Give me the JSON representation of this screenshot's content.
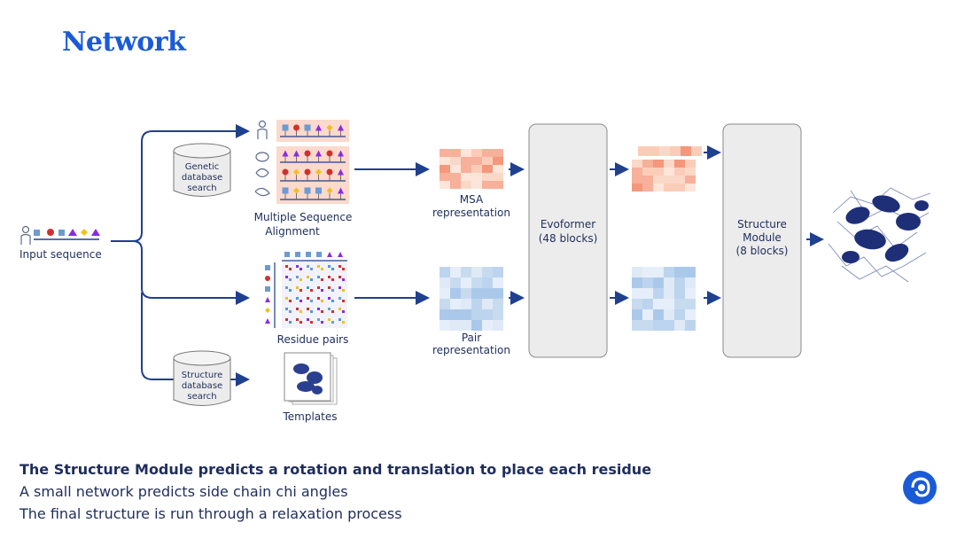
{
  "title": "Network",
  "labels": {
    "input_sequence": "Input sequence",
    "genetic_db": [
      "Genetic",
      "database",
      "search"
    ],
    "structure_db": [
      "Structure",
      "database",
      "search"
    ],
    "msa_alignment": [
      "Multiple Sequence",
      "Alignment"
    ],
    "residue_pairs": "Residue pairs",
    "templates": "Templates",
    "msa_rep": [
      "MSA",
      "representation"
    ],
    "pair_rep": [
      "Pair",
      "representation"
    ],
    "evoformer": [
      "Evoformer",
      "(48 blocks)"
    ],
    "structure_module": [
      "Structure",
      "Module",
      "(8 blocks)"
    ]
  },
  "bullets": [
    "The Structure Module predicts a rotation and translation to place each residue",
    "A small network predicts side chain chi angles",
    "The final structure is run through a relaxation process"
  ],
  "colors": {
    "accent": "#1a5ad6",
    "arrow": "#1f3f8f",
    "text": "#1f2d5c",
    "msa_tint": "#f5b49b",
    "pair_tint": "#aac9ea",
    "block_fill": "#ececec"
  },
  "icons": [
    "person-icon",
    "animal-icons",
    "lollipop-symbols",
    "protein-structure-icon",
    "deepmind-logo-icon"
  ]
}
